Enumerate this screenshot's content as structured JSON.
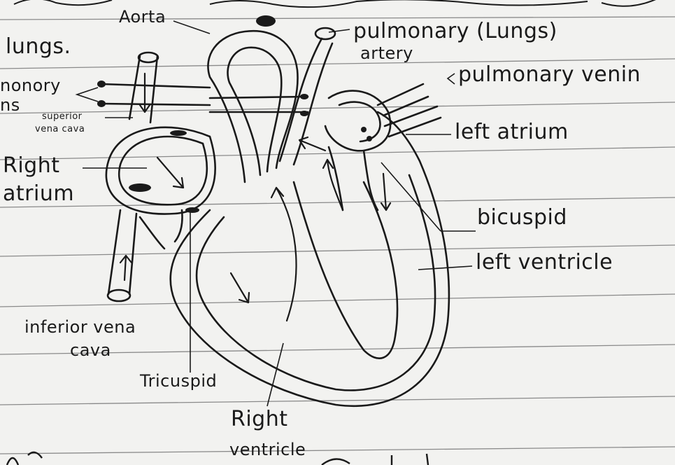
{
  "labels": {
    "aorta": "Aorta",
    "pulmonary_artery_line1": "pulmonary (Lungs)",
    "pulmonary_artery_line2": "artery",
    "lungs": "lungs.",
    "pulmonary_veins_left_line1": "nonory",
    "pulmonary_veins_left_line2": "ns",
    "superior_vena_cava_line1": "superior",
    "superior_vena_cava_line2": "vena cava",
    "right_atrium_line1": "Right",
    "right_atrium_line2": "atrium",
    "pulmonary_vein_right": "pulmonary venin",
    "left_atrium": "left atrium",
    "bicuspid": "bicuspid",
    "left_ventricle": "left ventricle",
    "inferior_vena_cava_line1": "inferior vena",
    "inferior_vena_cava_line2": "cava",
    "tricuspid": "Tricuspid",
    "right_ventricle_line1": "Right",
    "right_ventricle_line2": "ventricle"
  },
  "colors": {
    "paper": "#f2f2f0",
    "rule_line": "#8a8a8a",
    "ink": "#1a1a1a"
  }
}
